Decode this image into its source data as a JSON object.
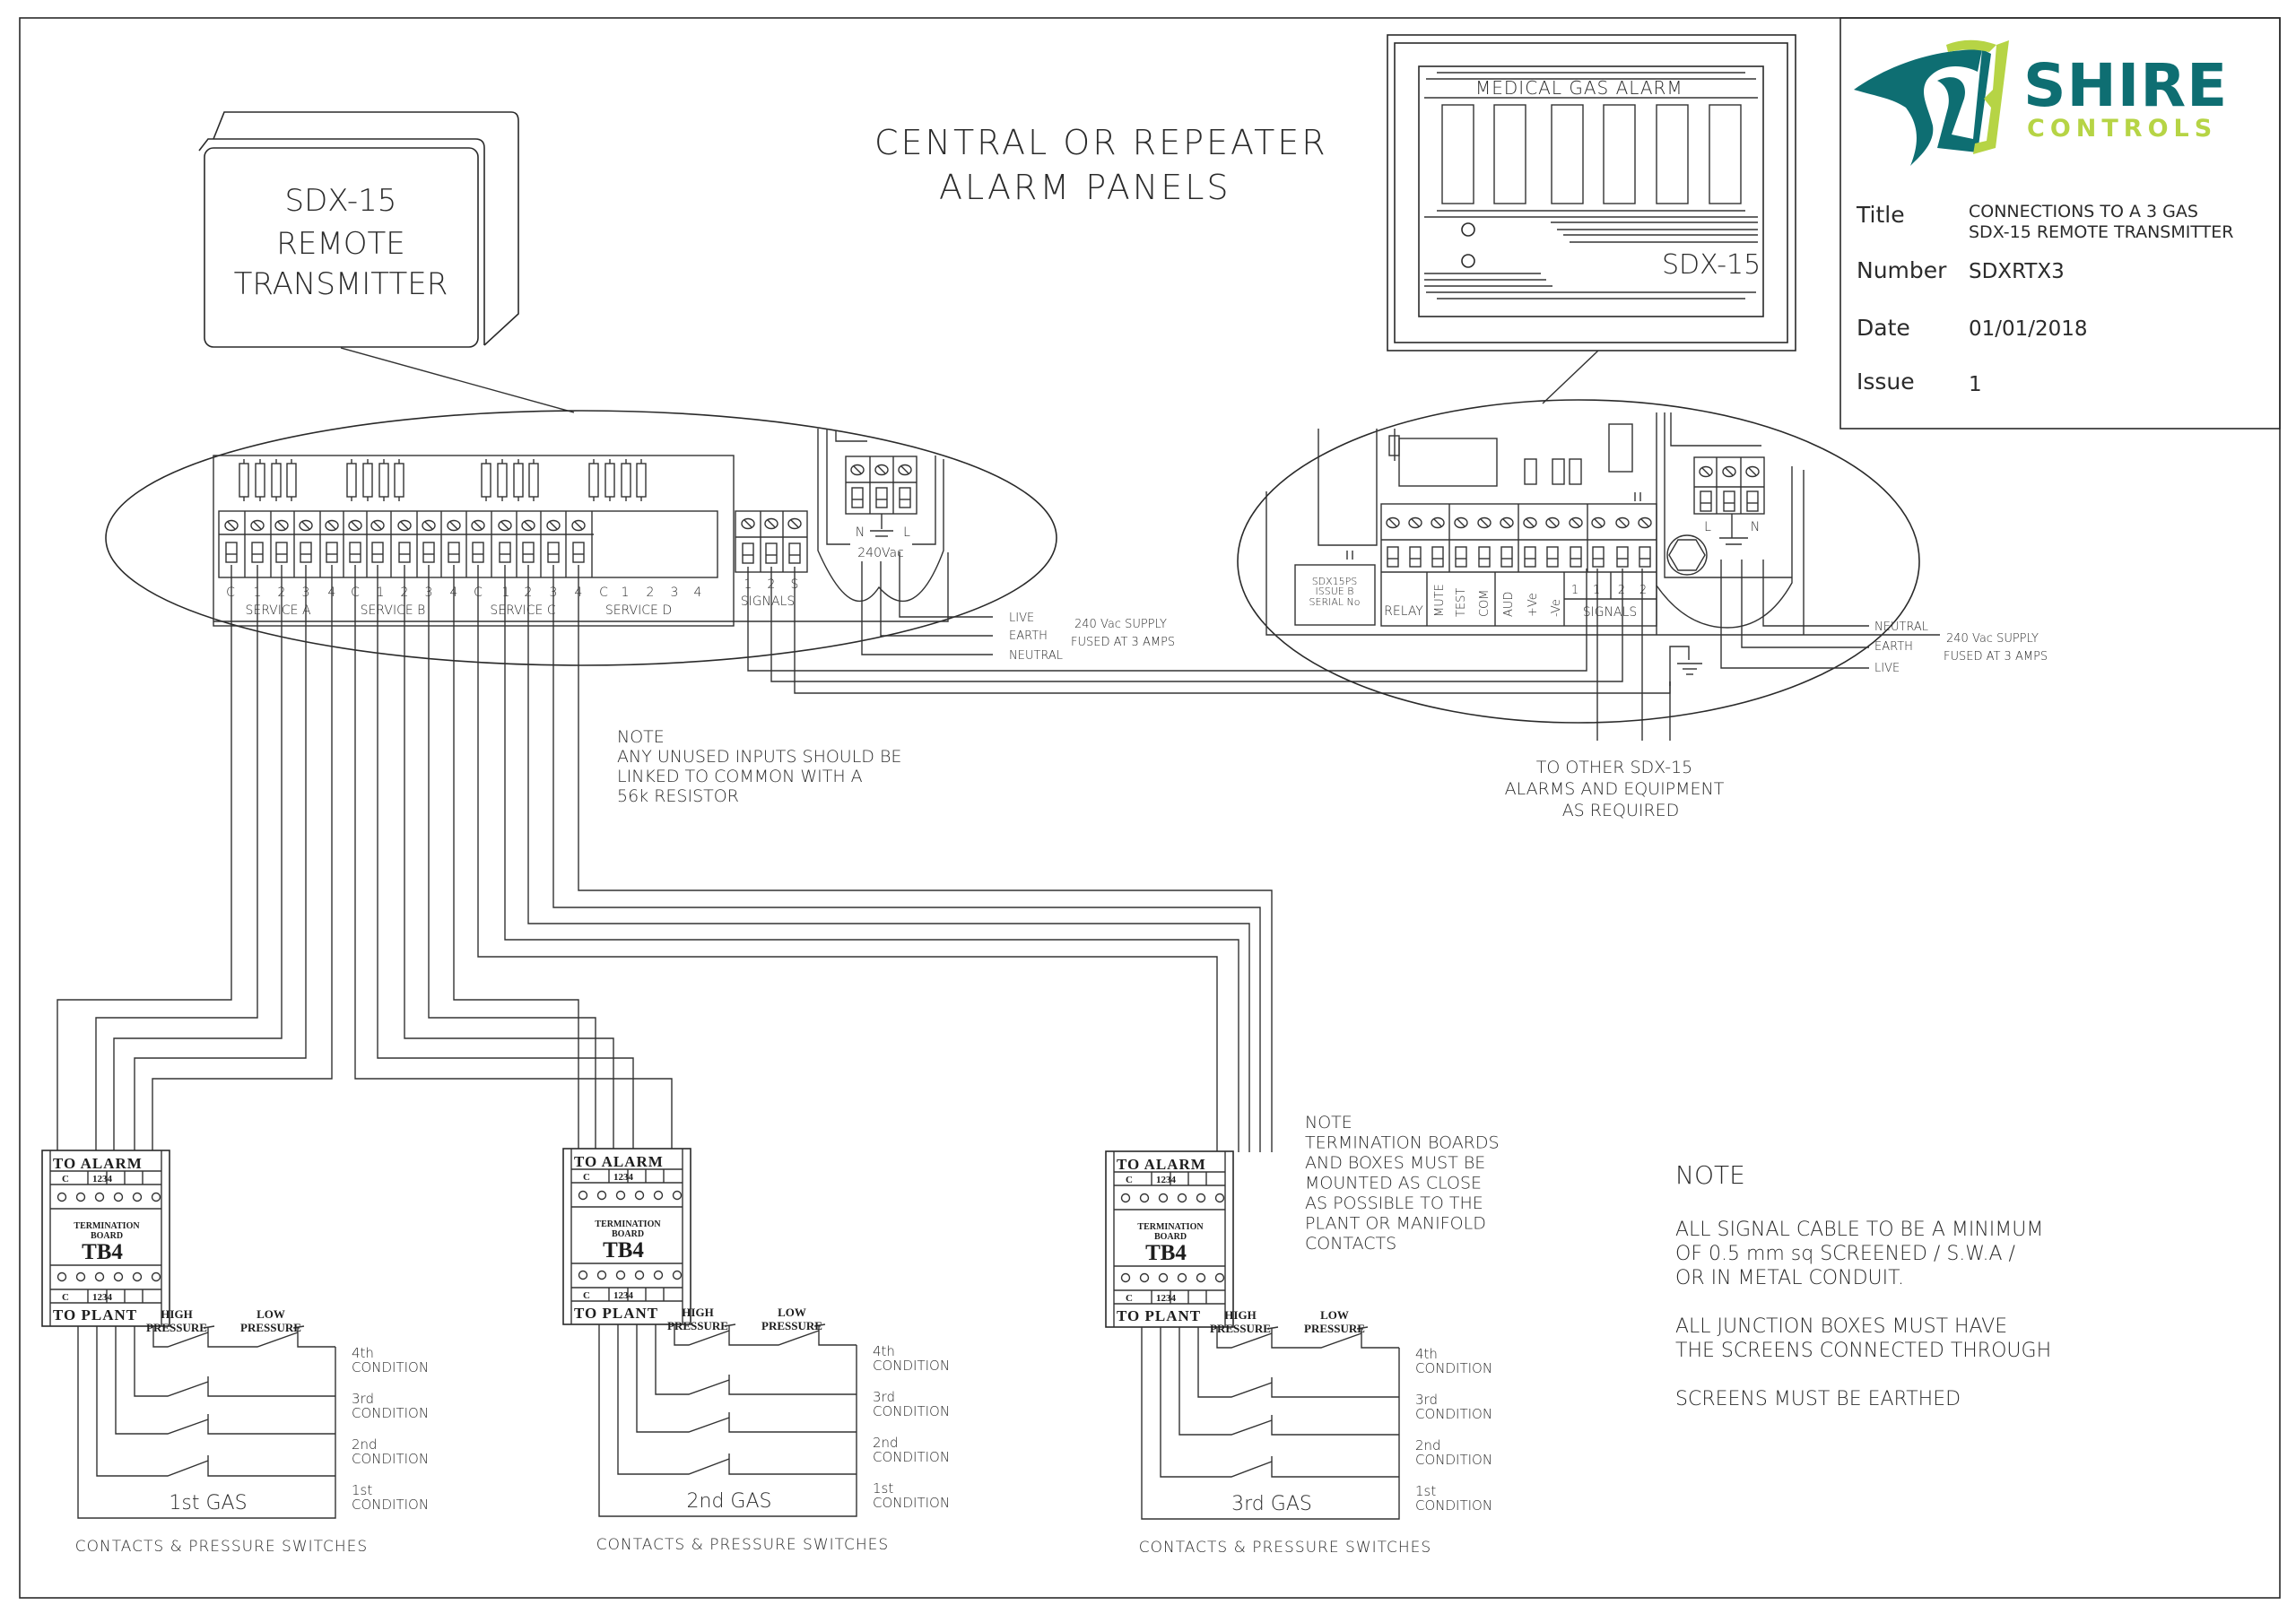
{
  "brand": {
    "name_line1": "SHIRE",
    "name_line2": "CONTROLS",
    "primary_color": "#0e6e72",
    "accent_color": "#b6d445"
  },
  "title_block": {
    "rows": [
      {
        "label": "Title",
        "value_line1": "CONNECTIONS TO A 3 GAS",
        "value_line2": "SDX-15 REMOTE TRANSMITTER"
      },
      {
        "label": "Number",
        "value_line1": "SDXRTX3",
        "value_line2": ""
      },
      {
        "label": "Date",
        "value_line1": "01/01/2018",
        "value_line2": ""
      },
      {
        "label": "Issue",
        "value_line1": "1",
        "value_line2": ""
      }
    ]
  },
  "transmitter": {
    "line1": "SDX-15",
    "line2": "REMOTE",
    "line3": "TRANSMITTER"
  },
  "heading": {
    "line1": "CENTRAL OR REPEATER",
    "line2": "ALARM PANELS"
  },
  "alarm_panel": {
    "header": "MEDICAL GAS ALARM",
    "model": "SDX-15"
  },
  "transmitter_board": {
    "terminal_labels": [
      "C",
      "1",
      "2",
      "3",
      "4",
      "C",
      "1",
      "2",
      "3",
      "4",
      "C",
      "1",
      "2",
      "3",
      "4",
      "C",
      "1",
      "2",
      "3",
      "4"
    ],
    "services": [
      "SERVICE A",
      "SERVICE B",
      "SERVICE C",
      "SERVICE D"
    ],
    "signal_terminals": [
      "1",
      "2",
      "S"
    ],
    "signals_label": "SIGNALS",
    "power_n": "N",
    "power_l": "L",
    "power_label": "240Vac",
    "supply_wires": [
      "LIVE",
      "EARTH",
      "NEUTRAL"
    ],
    "supply_note_line1": "240 Vac SUPPLY",
    "supply_note_line2": "FUSED AT 3 AMPS"
  },
  "panel_board": {
    "id_line1": "SDX15PS",
    "id_line2": "ISSUE B",
    "id_line3": "SERIAL No",
    "relay_label": "RELAY",
    "group2": [
      "MUTE",
      "TEST",
      "COM"
    ],
    "group3": [
      "AUD",
      "+Ve",
      "-Ve"
    ],
    "signal_terminals": [
      "1",
      "1",
      "2",
      "2"
    ],
    "signals_label": "SIGNALS",
    "power_l": "L",
    "power_n": "N",
    "supply_wires": [
      "NEUTRAL",
      "EARTH",
      "LIVE"
    ],
    "supply_note_line1": "240 Vac SUPPLY",
    "supply_note_line2": "FUSED AT 3 AMPS"
  },
  "to_other": {
    "line1": "TO OTHER SDX-15",
    "line2": "ALARMS AND EQUIPMENT",
    "line3": "AS REQUIRED"
  },
  "note_unused": {
    "lines": [
      "NOTE",
      "ANY UNUSED INPUTS SHOULD BE",
      "LINKED TO COMMON WITH A",
      "56k RESISTOR"
    ]
  },
  "note_termination": {
    "lines": [
      "NOTE",
      "TERMINATION BOARDS",
      "AND BOXES MUST BE",
      "MOUNTED AS CLOSE",
      "AS POSSIBLE TO THE",
      "PLANT OR MANIFOLD",
      "CONTACTS"
    ]
  },
  "note_main": {
    "heading": "NOTE",
    "lines": [
      "ALL SIGNAL CABLE TO BE A MINIMUM",
      "OF 0.5 mm sq SCREENED / S.W.A /",
      "OR IN METAL CONDUIT.",
      "",
      "ALL JUNCTION BOXES MUST HAVE",
      "THE SCREENS CONNECTED THROUGH",
      "",
      "SCREENS MUST BE EARTHED"
    ]
  },
  "termination_boards": [
    {
      "gas": "1st GAS"
    },
    {
      "gas": "2nd GAS"
    },
    {
      "gas": "3rd GAS"
    }
  ],
  "termination_board_labels": {
    "to_alarm": "TO ALARM",
    "to_plant": "TO PLANT",
    "common": "C",
    "inputs": "1234",
    "title_line1": "TERMINATION",
    "title_line2": "BOARD",
    "model": "TB4",
    "high_pressure_1": "HIGH",
    "high_pressure_2": "PRESSURE",
    "low_pressure_1": "LOW",
    "low_pressure_2": "PRESSURE",
    "conditions": [
      {
        "ord": "4th",
        "word": "CONDITION"
      },
      {
        "ord": "3rd",
        "word": "CONDITION"
      },
      {
        "ord": "2nd",
        "word": "CONDITION"
      },
      {
        "ord": "1st",
        "word": "CONDITION"
      }
    ],
    "footer": "CONTACTS & PRESSURE SWITCHES"
  }
}
